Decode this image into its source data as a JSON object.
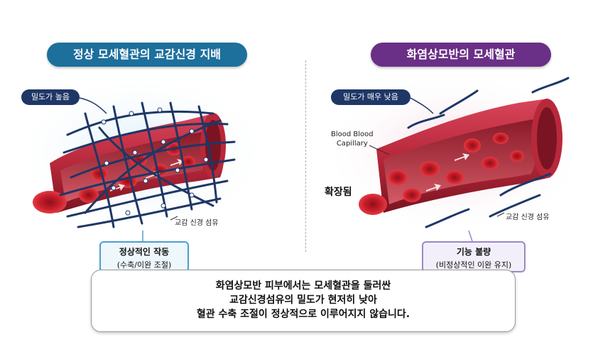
{
  "left": {
    "title": "정상 모세혈관의 교감신경 지배",
    "density_label": "밀도가 높음",
    "nerve_label": "교감 신경 섬유",
    "status_title": "정상적인 작동",
    "status_sub": "(수축/이완 조절)"
  },
  "right": {
    "title": "화염상모반의 모세혈관",
    "density_label": "밀도가 매우 낮음",
    "capillary_label_1": "Blood Blood",
    "capillary_label_2": "Capillary",
    "dilated_label": "확장됨",
    "nerve_label": "교감 신경 섬유",
    "status_title": "기능 불량",
    "status_sub": "(비정상적인 이완 유지)"
  },
  "summary": {
    "line1": "화염상모반 피부에서는 모세혈관을 둘러싼",
    "line2": "교감신경섬유의 밀도가 현저히 낮아",
    "line3": "혈관 수축 조절이 정상적으로 이루어지지 않습니다."
  },
  "colors": {
    "left_title": "#1d6f9c",
    "right_title": "#6a2f86",
    "vessel": "#b8283b",
    "nerve": "#1e3766",
    "rbc": "#c81e2a"
  }
}
